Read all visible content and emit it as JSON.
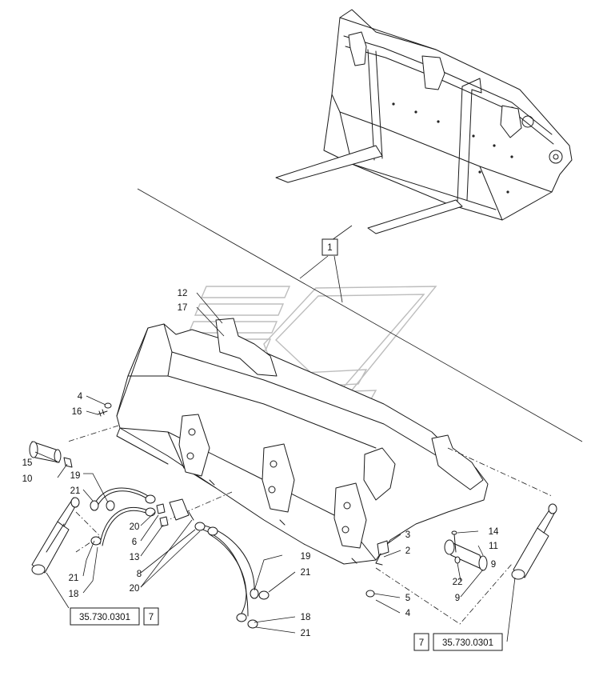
{
  "diagram": {
    "callouts": {
      "c1": "1",
      "c2": "2",
      "c3": "3",
      "c4a": "4",
      "c4b": "4",
      "c5": "5",
      "c6": "6",
      "c7a": "7",
      "c7b": "7",
      "c8": "8",
      "c9a": "9",
      "c9b": "9",
      "c10": "10",
      "c11": "11",
      "c12": "12",
      "c13": "13",
      "c14": "14",
      "c15": "15",
      "c16": "16",
      "c17": "17",
      "c18a": "18",
      "c18b": "18",
      "c19a": "19",
      "c19b": "19",
      "c20a": "20",
      "c20b": "20",
      "c21a": "21",
      "c21b": "21",
      "c21c": "21",
      "c21d": "21",
      "c22": "22"
    },
    "references": {
      "ref_left": "35.730.0301",
      "ref_right": "35.730.0301"
    },
    "watermark_icon": "brand-watermark-icon"
  }
}
